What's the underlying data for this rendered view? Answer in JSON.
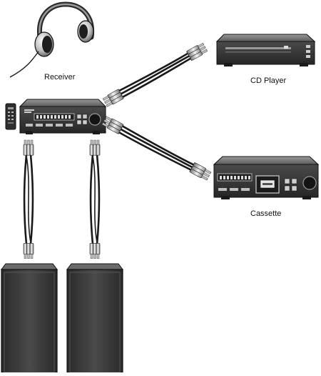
{
  "labels": {
    "receiver": "Receiver",
    "cd_player": "CD Player",
    "cassette": "Cassette"
  },
  "components": [
    {
      "id": "headphones",
      "icon": "headphones-icon"
    },
    {
      "id": "remote",
      "icon": "remote-icon"
    },
    {
      "id": "receiver",
      "icon": "receiver-icon"
    },
    {
      "id": "cd-player",
      "icon": "cd-player-icon"
    },
    {
      "id": "cassette-deck",
      "icon": "cassette-deck-icon"
    },
    {
      "id": "speaker-left",
      "icon": "speaker-icon"
    },
    {
      "id": "speaker-right",
      "icon": "speaker-icon"
    }
  ],
  "connections": [
    {
      "from": "receiver",
      "to": "cd-player",
      "icon": "rca-cable-icon"
    },
    {
      "from": "receiver",
      "to": "cassette-deck",
      "icon": "rca-cable-icon"
    },
    {
      "from": "receiver",
      "to": "speaker-left",
      "icon": "rca-cable-icon"
    },
    {
      "from": "receiver",
      "to": "speaker-right",
      "icon": "rca-cable-icon"
    }
  ],
  "colors": {
    "device_body": "#3a3a3a",
    "device_panel": "#2a2a2a",
    "outline": "#111111",
    "speaker_body": "#3c3c3c",
    "cable": "#1a1a1a",
    "plug_light": "#dcdcdc"
  }
}
